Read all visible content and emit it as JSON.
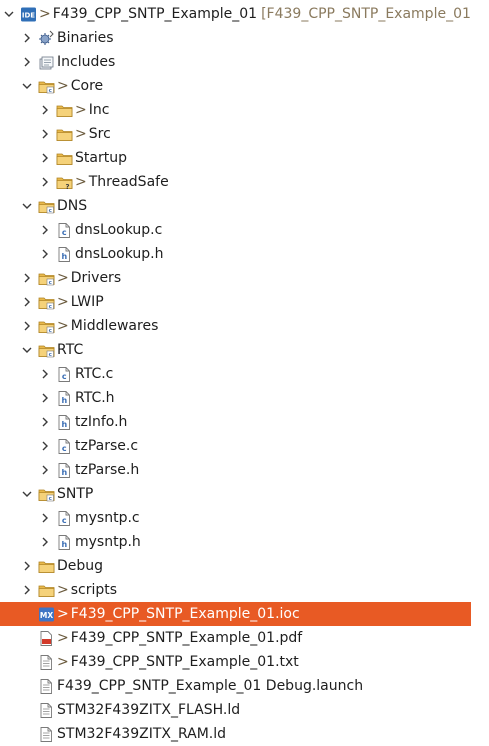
{
  "explorer": {
    "items": [
      {
        "label": "F439_CPP_SNTP_Example_01",
        "prefix": ">",
        "decoration": "[F439_CPP_SNTP_Example_01",
        "indent": 0,
        "twisty": "open",
        "icon": "ide-project-icon",
        "selected": false
      },
      {
        "label": "Binaries",
        "prefix": "",
        "indent": 1,
        "twisty": "closed",
        "icon": "binaries-icon",
        "selected": false
      },
      {
        "label": "Includes",
        "prefix": "",
        "indent": 1,
        "twisty": "closed",
        "icon": "includes-icon",
        "selected": false
      },
      {
        "label": "Core",
        "prefix": ">",
        "indent": 1,
        "twisty": "open",
        "icon": "source-folder-icon",
        "selected": false
      },
      {
        "label": "Inc",
        "prefix": ">",
        "indent": 2,
        "twisty": "closed",
        "icon": "folder-icon",
        "selected": false
      },
      {
        "label": "Src",
        "prefix": ">",
        "indent": 2,
        "twisty": "closed",
        "icon": "folder-icon",
        "selected": false
      },
      {
        "label": "Startup",
        "prefix": "",
        "indent": 2,
        "twisty": "closed",
        "icon": "folder-icon",
        "selected": false
      },
      {
        "label": "ThreadSafe",
        "prefix": ">",
        "indent": 2,
        "twisty": "closed",
        "icon": "folder-question-icon",
        "selected": false
      },
      {
        "label": "DNS",
        "prefix": "",
        "indent": 1,
        "twisty": "open",
        "icon": "source-folder-icon",
        "selected": false
      },
      {
        "label": "dnsLookup.c",
        "prefix": "",
        "indent": 2,
        "twisty": "closed",
        "icon": "c-file-icon",
        "selected": false
      },
      {
        "label": "dnsLookup.h",
        "prefix": "",
        "indent": 2,
        "twisty": "closed",
        "icon": "h-file-icon",
        "selected": false
      },
      {
        "label": "Drivers",
        "prefix": ">",
        "indent": 1,
        "twisty": "closed",
        "icon": "source-folder-icon",
        "selected": false
      },
      {
        "label": "LWIP",
        "prefix": ">",
        "indent": 1,
        "twisty": "closed",
        "icon": "source-folder-icon",
        "selected": false
      },
      {
        "label": "Middlewares",
        "prefix": ">",
        "indent": 1,
        "twisty": "closed",
        "icon": "source-folder-icon",
        "selected": false
      },
      {
        "label": "RTC",
        "prefix": "",
        "indent": 1,
        "twisty": "open",
        "icon": "source-folder-icon",
        "selected": false
      },
      {
        "label": "RTC.c",
        "prefix": "",
        "indent": 2,
        "twisty": "closed",
        "icon": "c-file-icon",
        "selected": false
      },
      {
        "label": "RTC.h",
        "prefix": "",
        "indent": 2,
        "twisty": "closed",
        "icon": "h-file-icon",
        "selected": false
      },
      {
        "label": "tzInfo.h",
        "prefix": "",
        "indent": 2,
        "twisty": "closed",
        "icon": "h-file-icon",
        "selected": false
      },
      {
        "label": "tzParse.c",
        "prefix": "",
        "indent": 2,
        "twisty": "closed",
        "icon": "c-file-icon",
        "selected": false
      },
      {
        "label": "tzParse.h",
        "prefix": "",
        "indent": 2,
        "twisty": "closed",
        "icon": "h-file-icon",
        "selected": false
      },
      {
        "label": "SNTP",
        "prefix": "",
        "indent": 1,
        "twisty": "open",
        "icon": "source-folder-icon",
        "selected": false
      },
      {
        "label": "mysntp.c",
        "prefix": "",
        "indent": 2,
        "twisty": "closed",
        "icon": "c-file-icon",
        "selected": false
      },
      {
        "label": "mysntp.h",
        "prefix": "",
        "indent": 2,
        "twisty": "closed",
        "icon": "h-file-icon",
        "selected": false
      },
      {
        "label": "Debug",
        "prefix": "",
        "indent": 1,
        "twisty": "closed",
        "icon": "folder-icon",
        "selected": false
      },
      {
        "label": "scripts",
        "prefix": ">",
        "indent": 1,
        "twisty": "closed",
        "icon": "folder-icon",
        "selected": false
      },
      {
        "label": "F439_CPP_SNTP_Example_01.ioc",
        "prefix": ">",
        "indent": 1,
        "twisty": "none",
        "icon": "mx-file-icon",
        "selected": true
      },
      {
        "label": "F439_CPP_SNTP_Example_01.pdf",
        "prefix": ">",
        "indent": 1,
        "twisty": "none",
        "icon": "pdf-file-icon",
        "selected": false
      },
      {
        "label": "F439_CPP_SNTP_Example_01.txt",
        "prefix": ">",
        "indent": 1,
        "twisty": "none",
        "icon": "text-file-icon",
        "selected": false
      },
      {
        "label": "F439_CPP_SNTP_Example_01 Debug.launch",
        "prefix": "",
        "indent": 1,
        "twisty": "none",
        "icon": "launch-file-icon",
        "selected": false
      },
      {
        "label": "STM32F439ZITX_FLASH.ld",
        "prefix": "",
        "indent": 1,
        "twisty": "none",
        "icon": "ld-file-icon",
        "selected": false
      },
      {
        "label": "STM32F439ZITX_RAM.ld",
        "prefix": "",
        "indent": 1,
        "twisty": "none",
        "icon": "ld-file-icon",
        "selected": false
      }
    ]
  },
  "colors": {
    "selection": "#e85a24",
    "folder": "#e9b94b",
    "c_badge": "#3c6fb5",
    "h_badge": "#3c6fb5",
    "mx_badge": "#3f74c4"
  }
}
